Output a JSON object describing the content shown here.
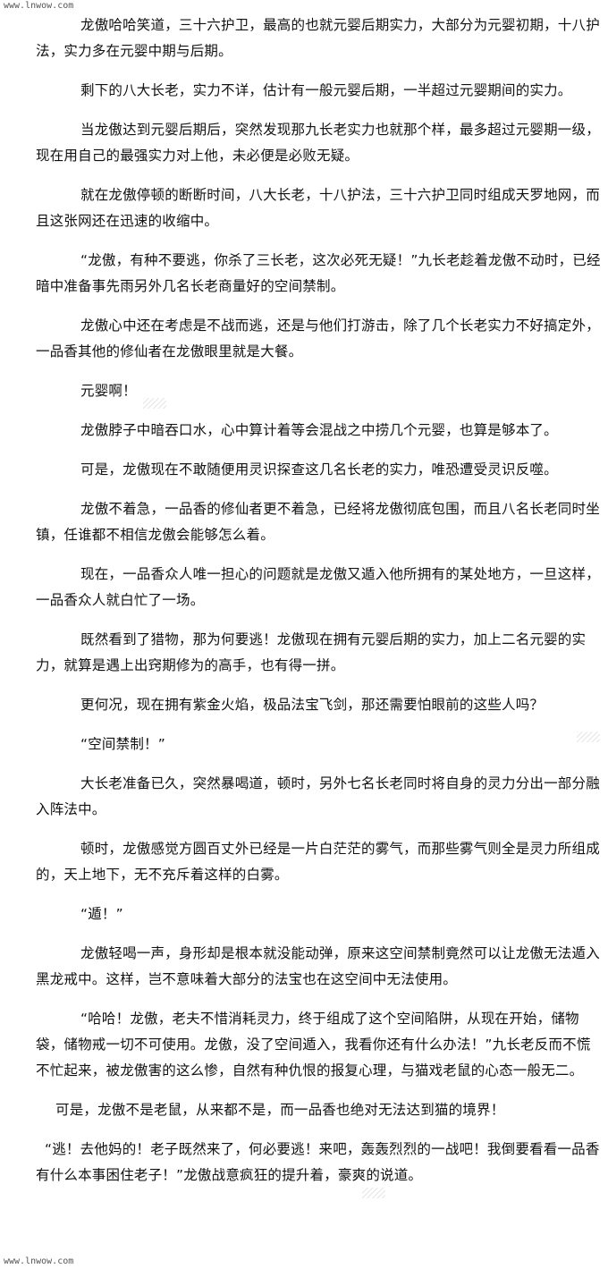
{
  "watermark": {
    "top": "www.lnwow.com",
    "bottom": "www.lnwow.com"
  },
  "paragraphs": [
    "龙傲哈哈笑道，三十六护卫，最高的也就元婴后期实力，大部分为元婴初期，十八护法，实力多在元婴中期与后期。",
    "剩下的八大长老，实力不详，估计有一般元婴后期，一半超过元婴期间的实力。",
    "当龙傲达到元婴后期后，突然发现那九长老实力也就那个样，最多超过元婴期一级，现在用自己的最强实力对上他，未必便是必败无疑。",
    "就在龙傲停顿的断断时间，八大长老，十八护法，三十六护卫同时组成天罗地网，而且这张网还在迅速的收缩中。",
    "“龙傲，有种不要逃，你杀了三长老，这次必死无疑！”九长老趁着龙傲不动时，已经暗中准备事先雨另外几名长老商量好的空间禁制。",
    "龙傲心中还在考虑是不战而逃，还是与他们打游击，除了几个长老实力不好搞定外，一品香其他的修仙者在龙傲眼里就是大餐。",
    "元婴啊！",
    "龙傲脖子中暗吞口水，心中算计着等会混战之中捞几个元婴，也算是够本了。",
    "可是，龙傲现在不敢随便用灵识探查这几名长老的实力，唯恐遭受灵识反噬。",
    "龙傲不着急，一品香的修仙者更不着急，已经将龙傲彻底包围，而且八名长老同时坐镇，任谁都不相信龙傲会能够怎么着。",
    "现在，一品香众人唯一担心的问题就是龙傲又遁入他所拥有的某处地方，一旦这样，一品香众人就白忙了一场。",
    "既然看到了猎物，那为何要逃！龙傲现在拥有元婴后期的实力，加上二名元婴的实力，就算是遇上出窍期修为的高手，也有得一拼。",
    "更何况，现在拥有紫金火焰，极品法宝飞剑，那还需要怕眼前的这些人吗？",
    "“空间禁制！”",
    "大长老准备已久，突然暴喝道，顿时，另外七名长老同时将自身的灵力分出一部分融入阵法中。",
    "顿时，龙傲感觉方圆百丈外已经是一片白茫茫的雾气，而那些雾气则全是灵力所组成的，天上地下，无不充斥着这样的白雾。",
    "“遁！”",
    "龙傲轻喝一声，身形却是根本就没能动弹，原来这空间禁制竟然可以让龙傲无法遁入黑龙戒中。这样，岂不意味着大部分的法宝也在这空间中无法使用。",
    "“哈哈！龙傲，老夫不惜消耗灵力，终于组成了这个空间陷阱，从现在开始，储物袋，储物戒一切不可使用。龙傲，没了空间遁入，我看你还有什么办法！”九长老反而不慌不忙起来，被龙傲害的这么惨，自然有种仇恨的报复心理，与猫戏老鼠的心态一般无二。",
    "可是，龙傲不是老鼠，从来都不是，而一品香也绝对无法达到猫的境界！",
    "“逃！去他妈的！老子既然来了，何必要逃！来吧，轰轰烈烈的一战吧！我倒要看看一品香有什么本事困住老子！”龙傲战意疯狂的提升着，豪爽的说道。"
  ]
}
